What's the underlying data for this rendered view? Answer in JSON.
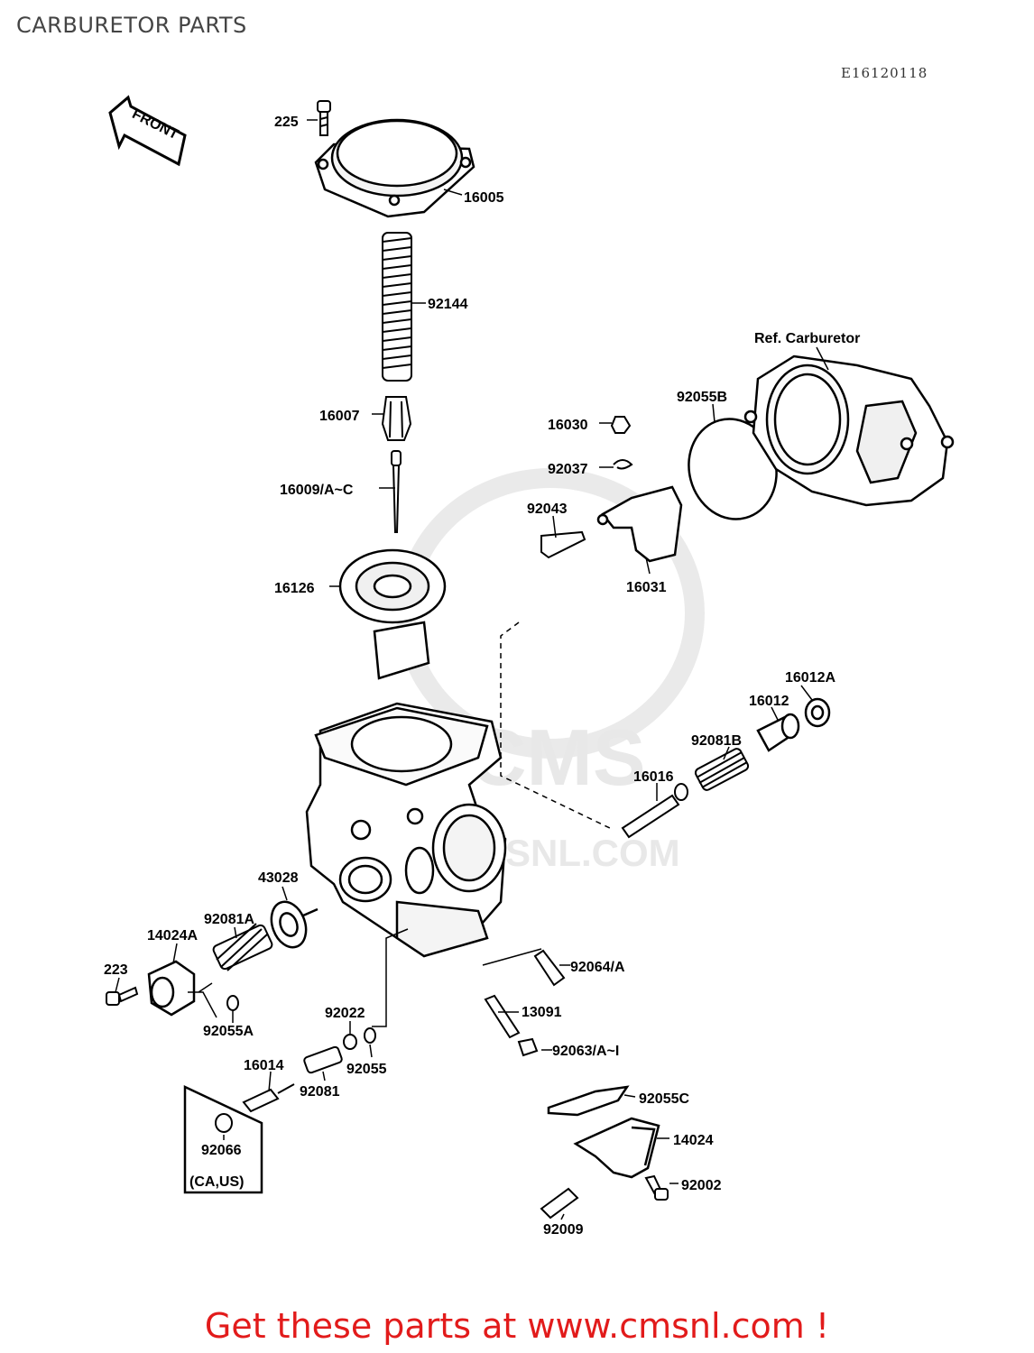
{
  "header": {
    "title": "CARBURETOR PARTS",
    "diagram_code": "E16120118"
  },
  "front_arrow": {
    "label": "FRONT"
  },
  "watermark": {
    "text": "CMS",
    "url_text": "SNL.COM"
  },
  "parts": {
    "p225": "225",
    "p16005": "16005",
    "p92144": "92144",
    "p16007": "16007",
    "p16009": "16009/A~C",
    "p16126": "16126",
    "p16030": "16030",
    "p92037": "92037",
    "p92043": "92043",
    "p16031": "16031",
    "p92055B": "92055B",
    "ref_carburetor": "Ref. Carburetor",
    "p16012A": "16012A",
    "p16012": "16012",
    "p92081B": "92081B",
    "p16016": "16016",
    "p43028": "43028",
    "p92081A": "92081A",
    "p14024A": "14024A",
    "p223": "223",
    "p92055A": "92055A",
    "p92064": "92064/A",
    "p13091": "13091",
    "p92022": "92022",
    "p92055": "92055",
    "p92063": "92063/A~I",
    "p16014": "16014",
    "p92081": "92081",
    "p92066": "92066",
    "p_caus": "(CA,US)",
    "p92055C": "92055C",
    "p14024": "14024",
    "p92002": "92002",
    "p92009": "92009"
  },
  "footer": {
    "text": "Get these parts at www.cmsnl.com !"
  },
  "colors": {
    "footer_text": "#e21b1b",
    "title_text": "#444444",
    "watermark": "#e6e6e6"
  }
}
